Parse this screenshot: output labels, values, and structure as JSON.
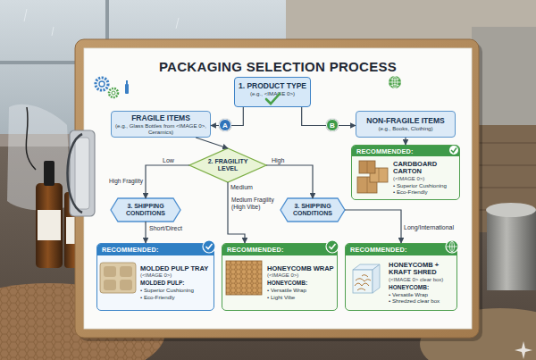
{
  "diagram": {
    "title": "PACKAGING SELECTION PROCESS",
    "nodes": [
      {
        "text": [
          "1. PRODUCT TYPE",
          "(e.g., <IMAGE 0>)"
        ]
      },
      {
        "text": [
          "FRAGILE ITEMS",
          "(e.g., Glass Bottles from <IMAGE 0>, Ceramics)"
        ]
      },
      {
        "text": [
          "NON-FRAGILE ITEMS",
          "(e.g., Books, Clothing)"
        ]
      },
      {
        "text": [
          "2. FRAGILITY LEVEL"
        ]
      },
      {
        "text": [
          "RECOMMENDED:",
          "CARDBOARD CARTON",
          "(<IMAGE 0>)",
          "• Superior Cushioning",
          "• Eco-Friendly"
        ]
      },
      {
        "text": [
          "3. SHIPPING CONDITIONS"
        ]
      },
      {
        "text": [
          "3. SHIPPING CONDITIONS"
        ]
      },
      {
        "text": [
          "RECOMMENDED:",
          "MOLDED PULP TRAY",
          "(<IMAGE 0>)",
          "MOLDED PULP:",
          "• Superior Cushioning",
          "• Eco-Friendly"
        ]
      },
      {
        "text": [
          "RECOMMENDED:",
          "HONEYCOMB WRAP",
          "(<IMAGE 0>)",
          "HONEYCOMB:",
          "• Versatile Wrap",
          "• Light Vibe"
        ]
      },
      {
        "text": [
          "RECOMMENDED:",
          "HONEYCOMB + KRAFT SHRED",
          "(<IMAGE 0> clear box)",
          "HONEYCOMB:",
          "• Versatile Wrap",
          "• Shredzed clear box"
        ]
      }
    ],
    "edges": [
      {
        "from": 0,
        "to": 1,
        "label": "A",
        "arrow": "to"
      },
      {
        "from": 0,
        "to": 2,
        "label": "B",
        "arrow": "to"
      },
      {
        "from": 1,
        "to": 3,
        "arrow": "to"
      },
      {
        "from": 2,
        "to": 4,
        "arrow": "to"
      },
      {
        "from": 3,
        "to": 5,
        "label": "Low",
        "arrow": "to"
      },
      {
        "from": 3,
        "to": 6,
        "label": "High",
        "arrow": "to"
      },
      {
        "from": 3,
        "to": 8,
        "label": "Medium",
        "arrow": "to"
      },
      {
        "from": 5,
        "to": 7,
        "label": "Short/Direct",
        "arrow": "to"
      },
      {
        "from": 6,
        "to": 9,
        "label": "Long/International",
        "arrow": "to"
      }
    ],
    "labels": [
      "High Fragility",
      "Medium Fragility (High Vibe)"
    ]
  }
}
